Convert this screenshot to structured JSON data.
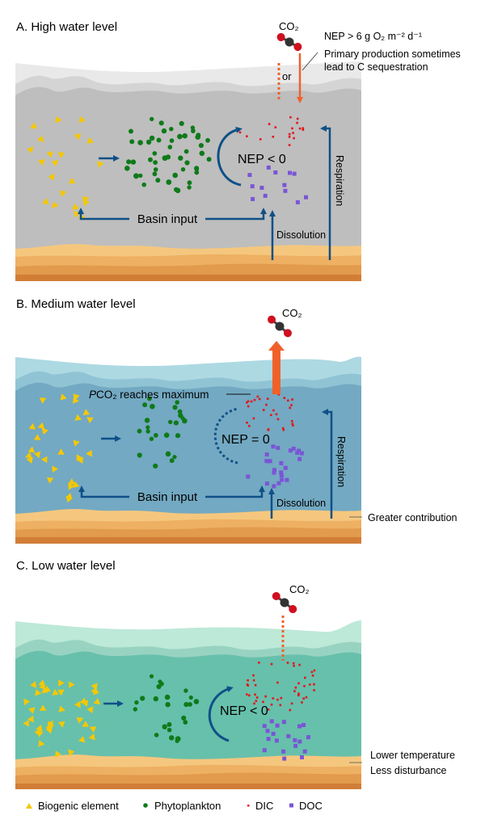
{
  "panels": [
    {
      "id": "A",
      "title": "A. High water level",
      "nep_label": "NEP < 0",
      "nep_arrow": "solid",
      "basin_input": "Basin input",
      "dissolution": "Dissolution",
      "respiration": "Respiration",
      "co2_label": "CO₂",
      "or_label": "or",
      "annotation_lines": [
        "NEP > 6 g O₂ m⁻² d⁻¹",
        "Primary production sometimes",
        "lead to C sequestration"
      ],
      "flux": "dotted-up or solid-down",
      "colors": {
        "top": "#e8e8e8",
        "mid": "#d3d3d3",
        "deep": "#bdbdbd"
      }
    },
    {
      "id": "B",
      "title": "B. Medium water level",
      "nep_label": "NEP = 0",
      "nep_arrow": "dotted",
      "basin_input": "Basin input",
      "dissolution": "Dissolution",
      "respiration": "Respiration",
      "co2_label": "CO₂",
      "pco2_label": "PCO₂ reaches maximum",
      "side_note": "Greater contribution",
      "flux": "thick-up",
      "colors": {
        "top": "#acd8e2",
        "mid": "#8fc3d3",
        "deep": "#72a8c2"
      }
    },
    {
      "id": "C",
      "title": "C. Low water level",
      "nep_label": "NEP < 0",
      "nep_arrow": "solid",
      "co2_label": "CO₂",
      "side_note_lines": [
        "Lower temperature",
        "Less disturbance"
      ],
      "flux": "dotted-up",
      "colors": {
        "top": "#bde8d8",
        "mid": "#97d2c0",
        "deep": "#66bfab"
      }
    }
  ],
  "legend": [
    {
      "symbol": "triangle",
      "label": "Biogenic element",
      "color": "#f5c800"
    },
    {
      "symbol": "circle",
      "label": "Phytoplankton",
      "color": "#0f7a1a"
    },
    {
      "symbol": "small-square",
      "label": "DIC",
      "color": "#e3171c"
    },
    {
      "symbol": "square",
      "label": "DOC",
      "color": "#7a55d6"
    }
  ],
  "colors": {
    "arrow_blue": "#0f5088",
    "flux_orange": "#f0612a",
    "sand_light": "#f4c27a",
    "sand_mid": "#eba857",
    "sand_dark": "#d7823a"
  }
}
